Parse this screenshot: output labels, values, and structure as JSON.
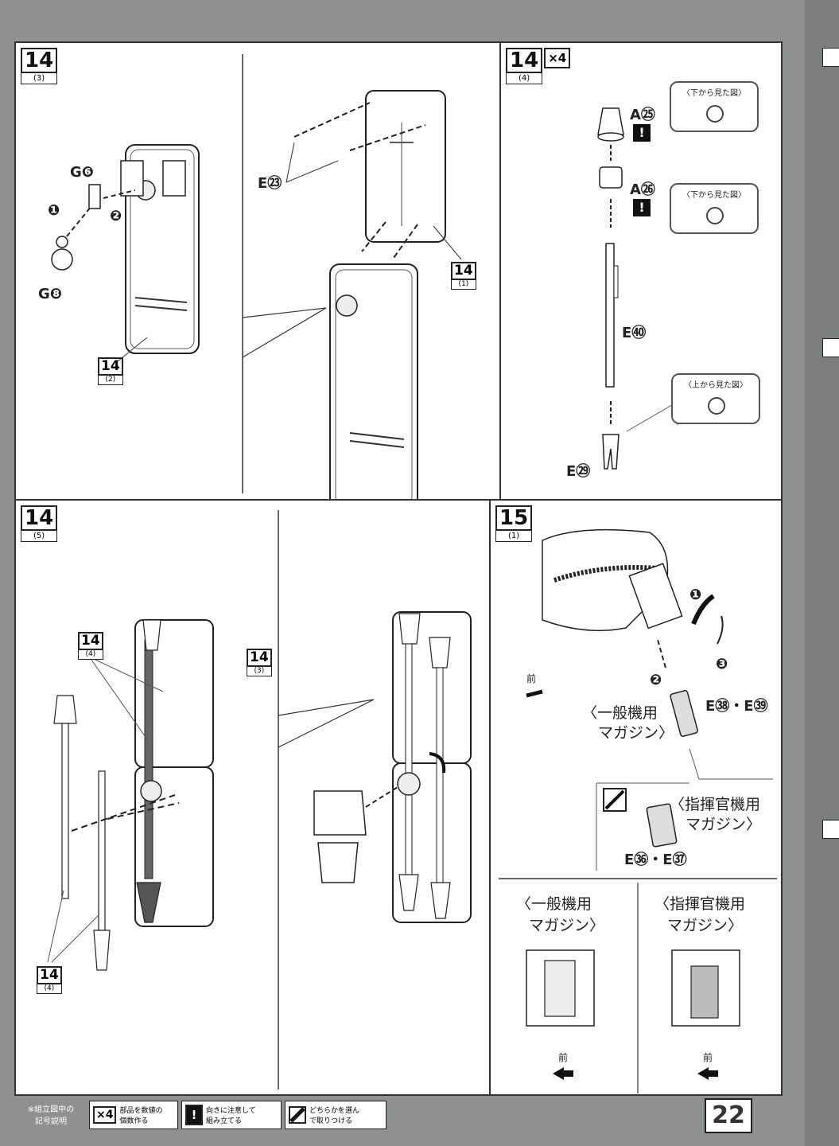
{
  "page_number": "22",
  "steps": {
    "s14_3": {
      "num": "14",
      "sub": "(3)"
    },
    "s14_4": {
      "num": "14",
      "sub": "(4)",
      "mult": "×4"
    },
    "s14_5": {
      "num": "14",
      "sub": "(5)"
    },
    "s15_1": {
      "num": "15",
      "sub": "(1)"
    }
  },
  "refs": {
    "r14_2": {
      "num": "14",
      "sub": "(2)"
    },
    "r14_1": {
      "num": "14",
      "sub": "(1)"
    },
    "r14_4a": {
      "num": "14",
      "sub": "(4)"
    },
    "r14_3": {
      "num": "14",
      "sub": "(3)"
    },
    "r14_4b": {
      "num": "14",
      "sub": "(4)"
    }
  },
  "parts": {
    "g6": "G❻",
    "g8": "G❽",
    "e23": "E㉓",
    "a25": "A㉕",
    "a26": "A㉖",
    "e40": "E㊵",
    "e29": "E㉙",
    "e38_39": "E㊳・E㊴",
    "e36_37": "E㊱・E㊲"
  },
  "order_marks": {
    "one": "❶",
    "two": "❷",
    "three": "❸"
  },
  "views": {
    "from_below_1": "〈下から見た図〉",
    "from_below_2": "〈下から見た図〉",
    "from_above": "〈上から見た図〉"
  },
  "magazines": {
    "general_1": "〈一般機用",
    "general_2": "マガジン〉",
    "commander_1": "〈指揮官機用",
    "commander_2": "マガジン〉",
    "bottom_general_1": "〈一般機用",
    "bottom_general_2": "マガジン〉",
    "bottom_commander_1": "〈指揮官機用",
    "bottom_commander_2": "マガジン〉"
  },
  "front_labels": {
    "a": "前",
    "b": "前",
    "c": "前"
  },
  "legend": {
    "title_1": "※組立図中の",
    "title_2": "記号説明",
    "mult_icon": "×4",
    "mult_text_1": "部品を数値の",
    "mult_text_2": "個数作る",
    "warn_icon": "!",
    "warn_text_1": "向きに注意して",
    "warn_text_2": "組み立てる",
    "choice_text_1": "どちらかを選ん",
    "choice_text_2": "で取りつける"
  }
}
